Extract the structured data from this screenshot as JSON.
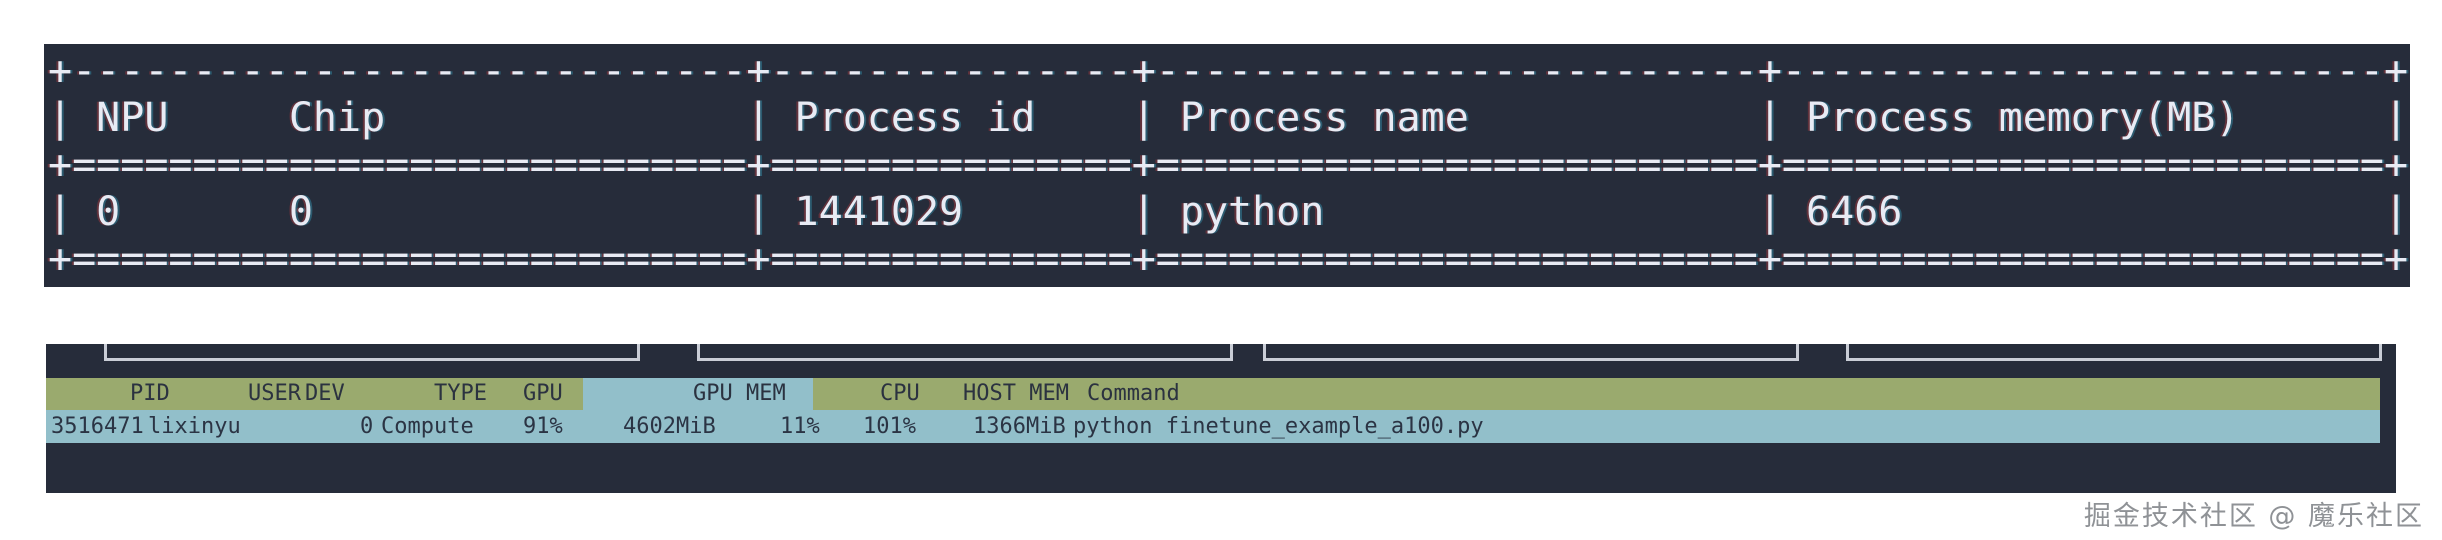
{
  "page": {
    "watermark": "掘金技术社区 @ 魔乐社区"
  },
  "colors": {
    "terminal_background": "#262c3a",
    "table_text": "#e8ebf4",
    "header_bar_background": "#9aaa6e",
    "sort_highlight_background": "#92bfca",
    "process_row_background": "#92bfca",
    "dark_text_on_bars": "#2b3240",
    "gauge_border": "#c9cdd6"
  },
  "npu_table": {
    "lines": [
      {
        "text": "+----------------------------+---------------+-------------------------+-------------------------+"
      },
      {
        "text": "| NPU     Chip               | Process id    | Process name            | Process memory(MB)      |"
      },
      {
        "text": "+============================+===============+=========================+=========================+"
      },
      {
        "text": "| 0       0                  | 1441029       | python                  | 6466                    |"
      },
      {
        "text": "+============================+===============+=========================+=========================+"
      }
    ],
    "columns": [
      "NPU",
      "Chip",
      "Process id",
      "Process name",
      "Process memory(MB)"
    ],
    "row": {
      "npu": "0",
      "chip": "0",
      "process_id": "1441029",
      "process_name": "python",
      "process_memory_mb": "6466"
    }
  },
  "gpu_monitor": {
    "header": {
      "pid": "PID",
      "user": "USER",
      "dev": "DEV",
      "type": "TYPE",
      "gpu": "GPU",
      "gpu_mem": "GPU MEM",
      "cpu": "CPU",
      "host_mem": "HOST MEM",
      "command": "Command"
    },
    "process": {
      "pid": "3516471",
      "user": "lixinyu",
      "dev": "0",
      "type": "Compute",
      "gpu": "91%",
      "gpu_mem": "4602MiB",
      "gpu_mem_pct": "11%",
      "cpu": "101%",
      "host_mem": "1366MiB",
      "command": "python finetune_example_a100.py"
    }
  }
}
